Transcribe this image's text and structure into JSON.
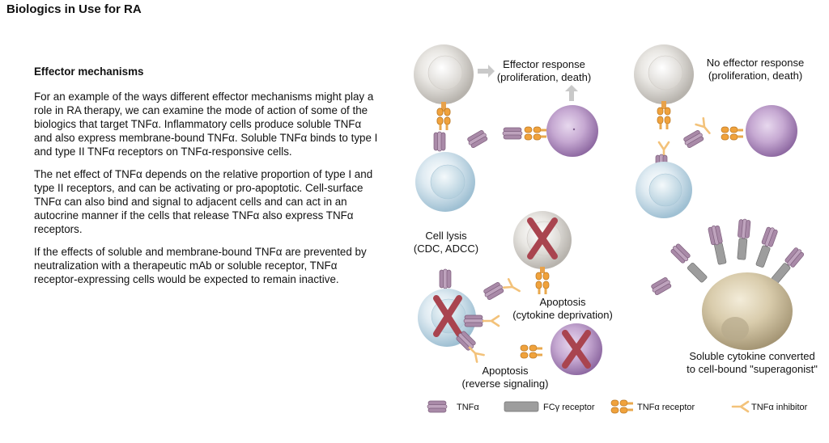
{
  "page_title": "Biologics in Use for RA",
  "section": {
    "heading": "Effector mechanisms",
    "paragraphs": [
      "For an example of the ways different effector mechanisms might play a role in RA therapy, we can examine the mode of action of some of the biologics that target TNFα. Inflammatory cells produce soluble TNFα and also express membrane-bound TNFα. Soluble TNFα binds to type I and type II TNFα receptors on TNFα-responsive cells.",
      "The net effect of TNFα depends on the relative proportion of type I and type II receptors, and can be activating or pro-apoptotic. Cell-surface TNFα can also bind and signal to adjacent cells and can act in an autocrine manner if the cells that release TNFα also express TNFα receptors.",
      "If the effects of soluble and membrane-bound TNFα are prevented by neutralization with a therapeutic mAb or soluble receptor, TNFα receptor-expressing cells would be expected to remain inactive."
    ]
  },
  "diagram": {
    "effector_response": {
      "line1": "Effector response",
      "line2": "(proliferation, death)"
    },
    "no_effector_response": {
      "line1": "No effector response",
      "line2": "(proliferation, death)"
    },
    "cell_lysis": {
      "line1": "Cell lysis",
      "line2": "(CDC, ADCC)"
    },
    "apoptosis_cytokine": {
      "line1": "Apoptosis",
      "line2": "(cytokine deprivation)"
    },
    "apoptosis_reverse": {
      "line1": "Apoptosis",
      "line2": "(reverse signaling)"
    },
    "superagonist": {
      "line1": "Soluble cytokine converted",
      "line2": "to cell-bound \"superagonist\""
    },
    "legend": {
      "tnfa": "TNFα",
      "fcg_receptor": "FCγ receptor",
      "tnfa_receptor": "TNFα receptor",
      "tnfa_inhibitor": "TNFα inhibitor"
    }
  },
  "colors": {
    "tnfa": "#a98aa8",
    "receptor": "#f0a23c",
    "fc_receptor": "#9a9a9a",
    "inhibitor": "#f3c27a",
    "x_mark": "#a9444f",
    "cell_gray": "#d3d0cb",
    "cell_blue": "#cfe0ea",
    "cell_purple": "#b99ac6",
    "cell_tan": "#cfc3a4"
  }
}
